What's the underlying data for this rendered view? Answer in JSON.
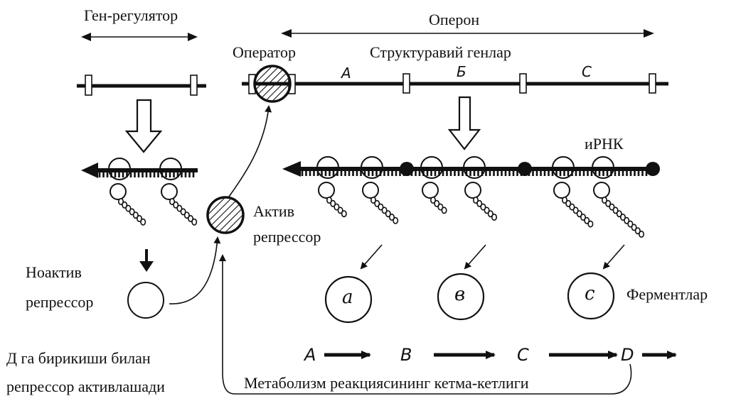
{
  "labels": {
    "gene_regulator": "Ген-регулятор",
    "operon": "Оперон",
    "operator": "Оператор",
    "structural_genes": "Структуравий генлар",
    "mrna": "иРНК",
    "active_repressor_line1": "Актив",
    "active_repressor_line2": "репрессор",
    "inactive_repressor_line1": "Ноактив",
    "inactive_repressor_line2": "репрессор",
    "enzymes": "Ферментлар",
    "d_binding_line1": "Д га бирикиши билан",
    "d_binding_line2": "репрессор активлашади",
    "metabolism": "Метаболизм реакциясининг кетма-кетлиги"
  },
  "genes": [
    "А",
    "Б",
    "С"
  ],
  "enzymes": [
    "a",
    "в",
    "c"
  ],
  "metabolites": [
    "A",
    "B",
    "C",
    "D"
  ]
}
